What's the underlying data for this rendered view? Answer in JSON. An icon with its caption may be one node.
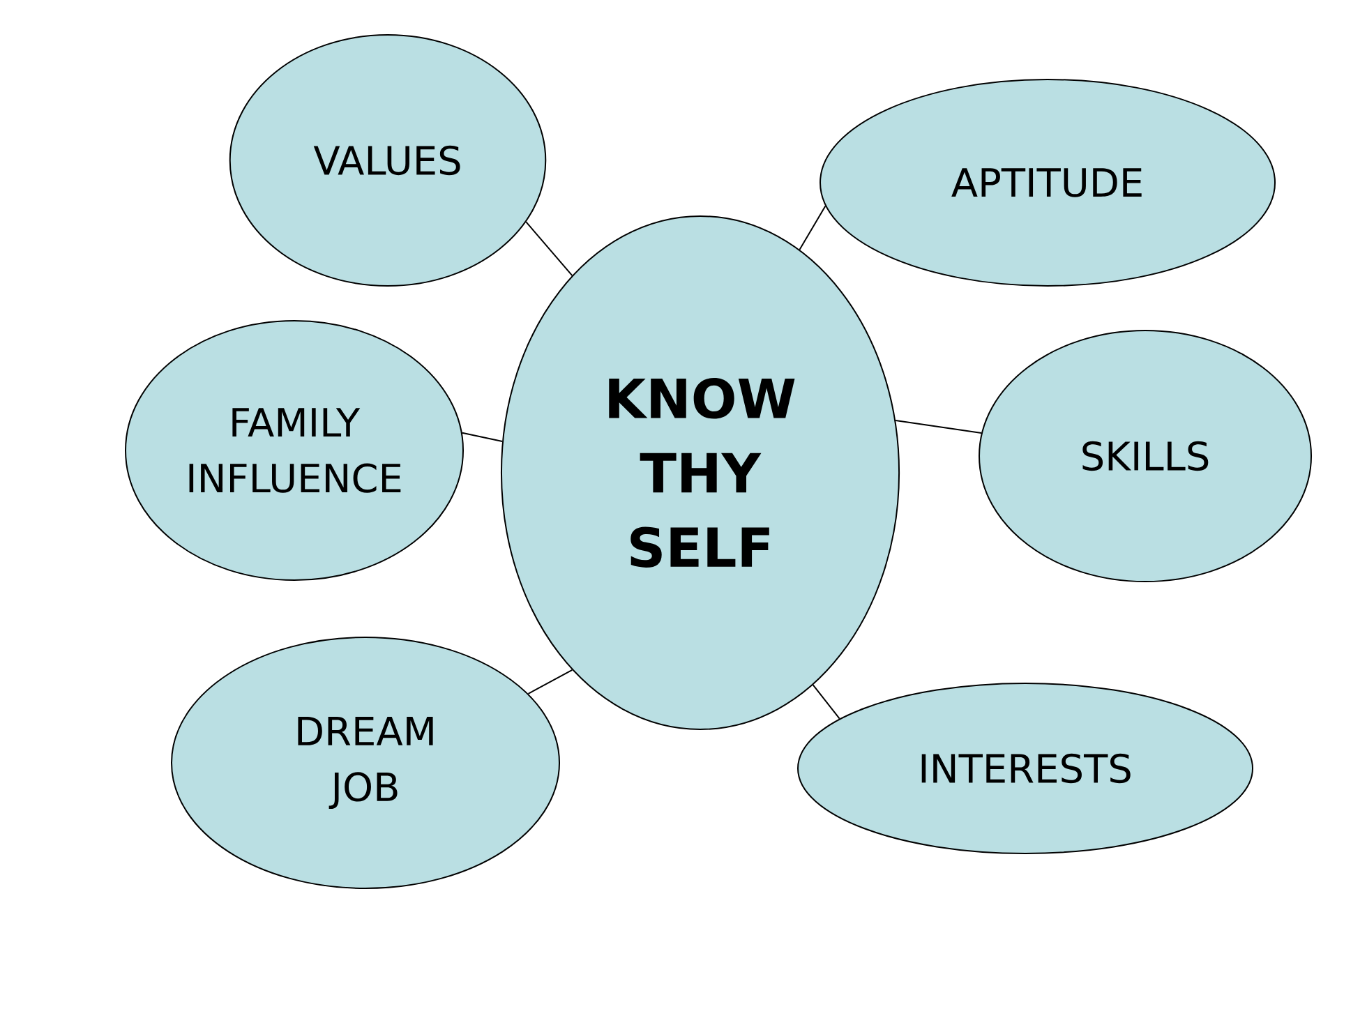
{
  "diagram": {
    "nodes": [
      {
        "text": [
          "KNOW THY SELF"
        ]
      },
      {
        "text": [
          "VALUES"
        ]
      },
      {
        "text": [
          "APTITUDE"
        ]
      },
      {
        "text": [
          "FAMILY INFLUENCE"
        ]
      },
      {
        "text": [
          "SKILLS"
        ]
      },
      {
        "text": [
          "DREAM JOB"
        ]
      },
      {
        "text": [
          "INTERESTS"
        ]
      }
    ],
    "edges": [
      {
        "from": 0,
        "to": 1,
        "arrow": "none"
      },
      {
        "from": 0,
        "to": 2,
        "arrow": "none"
      },
      {
        "from": 0,
        "to": 3,
        "arrow": "none"
      },
      {
        "from": 0,
        "to": 4,
        "arrow": "none"
      },
      {
        "from": 0,
        "to": 5,
        "arrow": "none"
      },
      {
        "from": 0,
        "to": 6,
        "arrow": "none"
      }
    ]
  }
}
